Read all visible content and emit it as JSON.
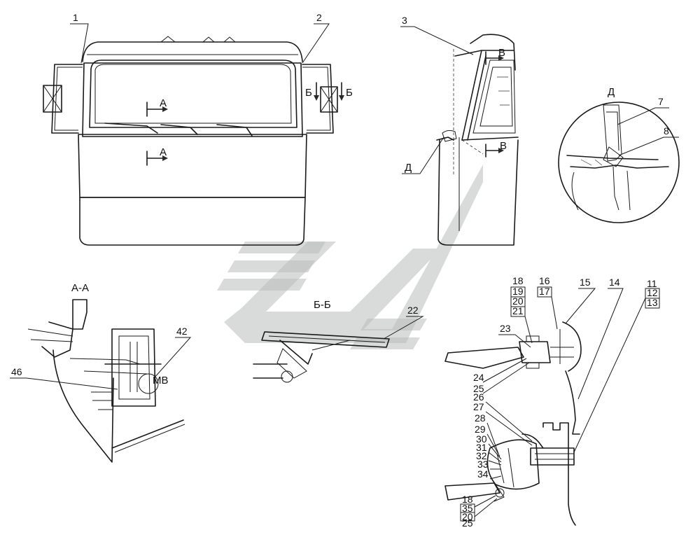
{
  "colors": {
    "line": "#1a1a1a",
    "watermark": "#b9bcbc",
    "background": "#ffffff"
  },
  "callouts": {
    "c1": "1",
    "c2": "2",
    "c3": "3",
    "c7": "7",
    "c8": "8",
    "c11": "11",
    "c12": "12",
    "c13": "13",
    "c14": "14",
    "c15": "15",
    "c16": "16",
    "c17": "17",
    "c18": "18",
    "c19": "19",
    "c20": "20",
    "c21": "21",
    "c22": "22",
    "c23": "23",
    "c24": "24",
    "c25": "25",
    "c26": "26",
    "c27": "27",
    "c28": "28",
    "c29": "29",
    "c30": "30",
    "c31": "31",
    "c32": "32",
    "c33": "33",
    "c34": "34",
    "c35": "35",
    "c42": "42",
    "c46": "46"
  },
  "sections": {
    "a": "А",
    "a_a": "А-А",
    "b": "Б",
    "b_b": "Б-Б",
    "v": "В",
    "d": "Д",
    "mv": "МВ"
  }
}
